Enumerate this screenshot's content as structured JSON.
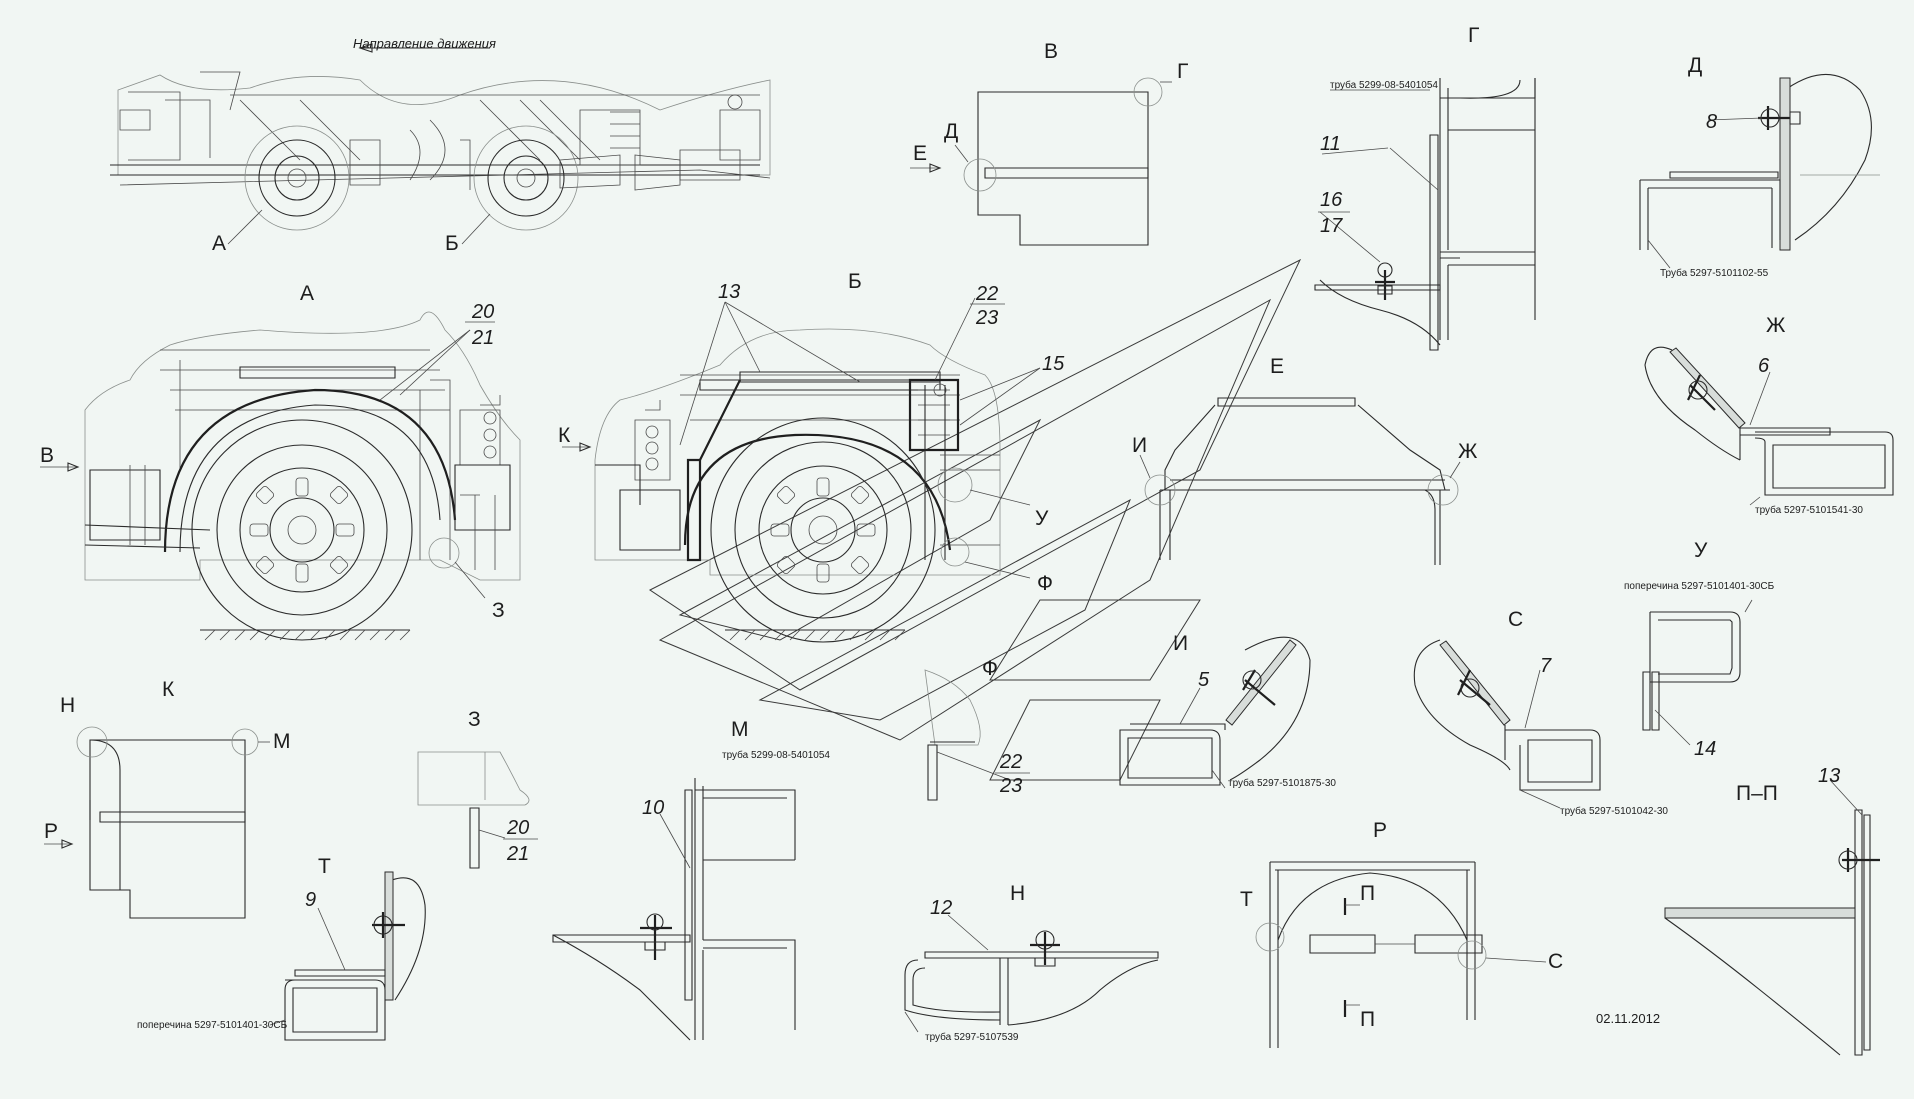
{
  "header": {
    "direction": "Направление движения",
    "date": "02.11.2012"
  },
  "labels": {
    "A": "А",
    "B": "Б",
    "V": "В",
    "G": "Г",
    "D": "Д",
    "E": "Е",
    "Zh": "Ж",
    "Z": "З",
    "I": "И",
    "K": "К",
    "M": "М",
    "N": "Н",
    "P": "Р",
    "S": "С",
    "T": "Т",
    "U": "У",
    "F": "Ф",
    "PP": "П–П",
    "Pcut": "П"
  },
  "numbers": {
    "n5": "5",
    "n6": "6",
    "n7": "7",
    "n8": "8",
    "n9": "9",
    "n10": "10",
    "n11": "11",
    "n12": "12",
    "n13": "13",
    "n14": "14",
    "n15": "15",
    "n16": "16",
    "n17": "17",
    "n20": "20",
    "n21": "21",
    "n22": "22",
    "n23": "23"
  },
  "notes": {
    "g_pipe": "труба 5299-08-5401054",
    "m_pipe": "труба 5299-08-5401054",
    "d_pipe": "Труба 5297-5101102-55",
    "zh_pipe": "труба 5297-5101541-30",
    "u_cross": "поперечина 5297-5101401-30СБ",
    "t_cross": "поперечина 5297-5101401-30СБ",
    "i_pipe": "труба 5297-5101875-30",
    "s_pipe": "труба 5297-5101042-30",
    "n_pipe": "труба 5297-5107539"
  }
}
